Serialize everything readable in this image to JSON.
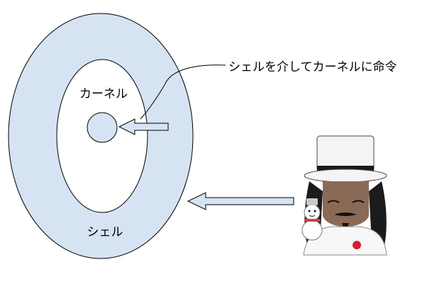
{
  "labels": {
    "kernel": "カーネル",
    "shell": "シェル",
    "callout": "シェルを介してカーネルに命令"
  },
  "colors": {
    "shell_fill": "#d6e3f3",
    "kernel_fill": "#ffffff",
    "stroke": "#000000",
    "hat": "#f4f4f4",
    "hat_band": "#1a1a1a",
    "suit": "#f7f7f7",
    "rose": "#d0202a"
  },
  "icons": {
    "user": "magician-with-snowman-puppet-icon"
  }
}
